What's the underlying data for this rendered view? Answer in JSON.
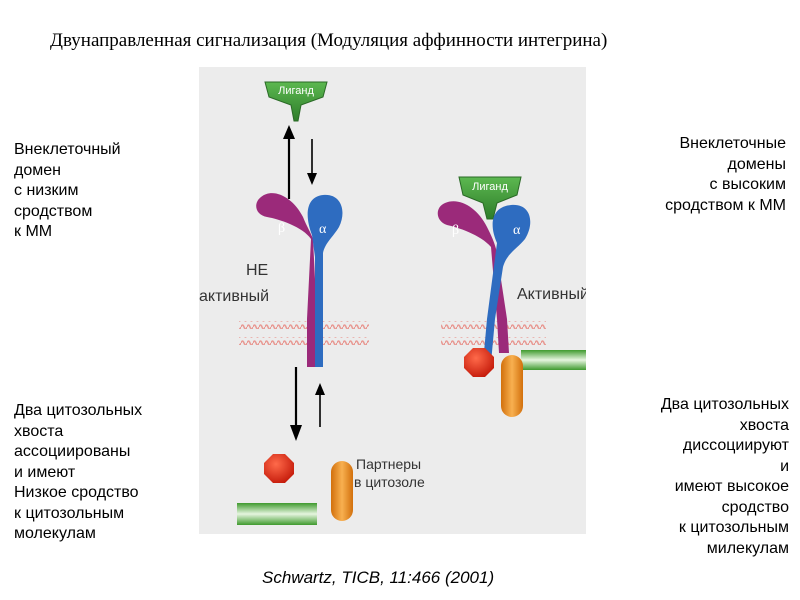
{
  "title": "Двунаправленная сигнализация (Модуляция аффинности интегрина)",
  "left_top_text": "Внеклеточный\nдомен\nс низким\n сродством\nк ММ",
  "left_bottom_text": "Два цитозольных\nхвоста\nассоциированы\nи имеют\nНизкое сродство\nк цитозольным\nмолекулам",
  "right_top_text": "Внеклеточные\nдомены\nс высоким\nсродством к ММ",
  "right_bottom_text": "Два  цитозольных\nхвоста\nдиссоциируют\nи\nимеют высокое\nсродство\nк цитозольным\nмилекулам",
  "citation": "Schwartz, TICB, 11:466 (2001)",
  "figure": {
    "ligand_label_left": "Лиганд",
    "ligand_label_right": "Лиганд",
    "beta_left": "β",
    "alpha_left": "α",
    "beta_right": "β",
    "alpha_right": "α",
    "inactive_line1": "НЕ",
    "inactive_line2": "активный",
    "active_label": "Активный",
    "partners_line1": "Партнеры",
    "partners_line2": "в цитозоле"
  },
  "colors": {
    "beta": "#9b2a7a",
    "alpha": "#2e6cc0",
    "ligand": "#3f9a3a",
    "membrane": "#e89a94",
    "red_partner": "#d42a1a",
    "orange_partner": "#e88a1a",
    "green_bar": "#6cbf4a",
    "background": "#ececec"
  }
}
